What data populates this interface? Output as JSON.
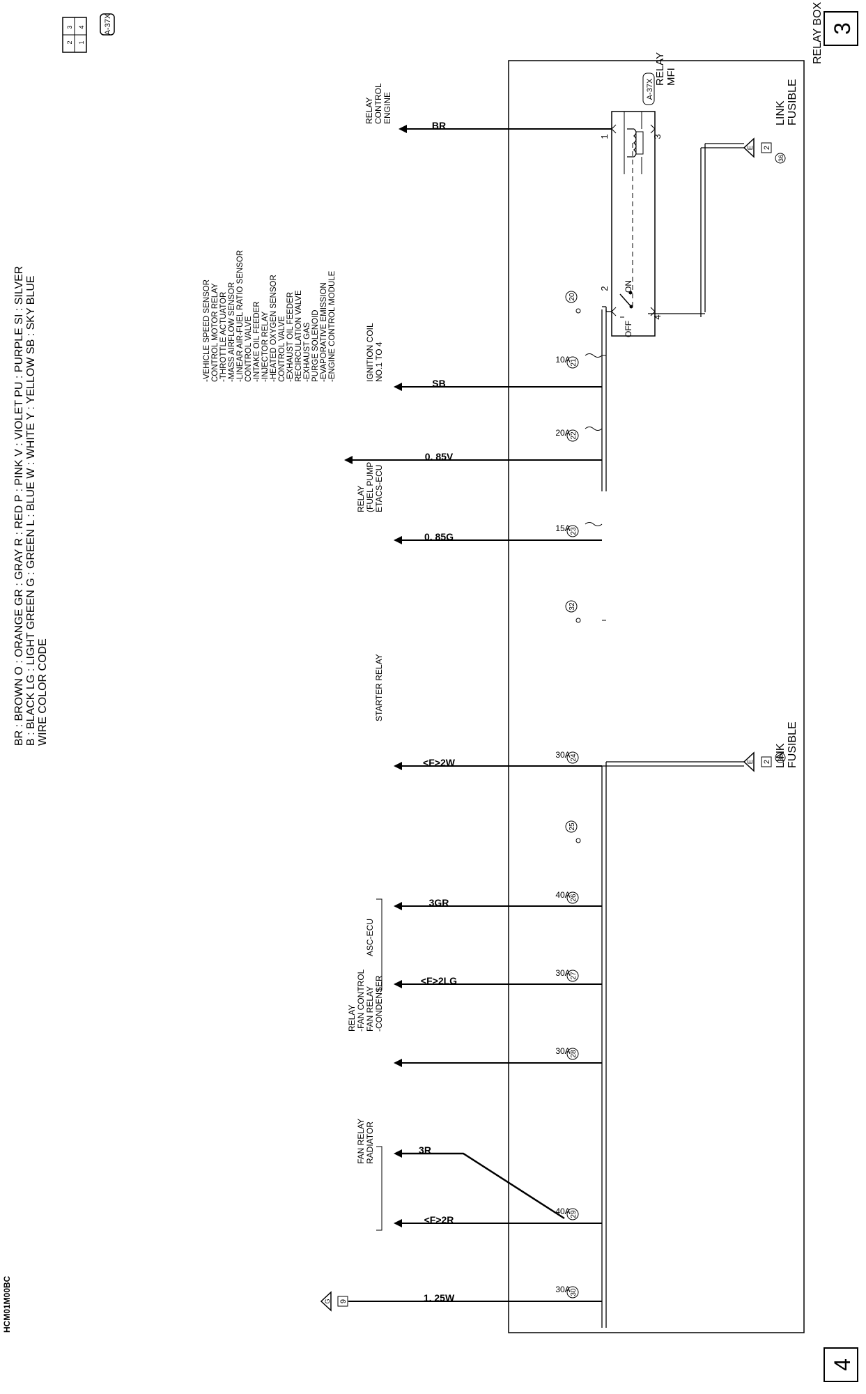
{
  "page_numbers": {
    "top": "3",
    "bottom": "4"
  },
  "connector_key": {
    "id": "A-37X",
    "pins": [
      "1",
      "2",
      "3",
      "4"
    ]
  },
  "relay_box": {
    "title": "RELAY BOX (ENGINE COMPARTMENT)"
  },
  "fusible_link": {
    "line1": "FUSIBLE",
    "line2": "LINK",
    "number": "36",
    "connector": "2",
    "terminal": "E"
  },
  "mfi_relay": {
    "line1": "MFI",
    "line2": "RELAY",
    "connector": "A-37X",
    "terminals": {
      "t1": "1",
      "t2": "2",
      "t3": "3",
      "t4": "4"
    },
    "switch_on": "ON",
    "switch_off": "OFF"
  },
  "fuse_20": {
    "number": "20"
  },
  "fuse_25": {
    "number": "25"
  },
  "fuse_32": {
    "number": "32"
  },
  "circuits": [
    {
      "id": "r1",
      "wire": "BR",
      "dest": [
        "ENGINE",
        "CONTROL",
        "RELAY"
      ]
    },
    {
      "id": "f21",
      "fuse": "21",
      "amps": "10A",
      "wire": "SB",
      "dest": [
        "NO.1 TO 4",
        "IGNITION COIL"
      ]
    },
    {
      "id": "f22",
      "fuse": "22",
      "amps": "20A",
      "wire": "0. 85V",
      "dest": [
        "-ENGINE CONTROL MODULE",
        "-EVAPORATIVE EMISSION",
        " PURGE SOLENOID",
        "-EXHAUST GAS",
        " RECIRCULATION VALVE",
        "-EXHAUST OIL FEEDER",
        " CONTROL VALVE",
        "-HEATED OXYGEN SENSOR",
        "-INJECTOR RELAY",
        "-INTAKE OIL FEEDER",
        " CONTROL VALVE",
        "-LINEAR AIR-FUEL RATIO SENSOR",
        "-MASS AIRFLOW SENSOR",
        "-THROTTLE ACTUATOR",
        " CONTROL MOTOR RELAY",
        "-VEHICLE SPEED SENSOR"
      ]
    },
    {
      "id": "f23",
      "fuse": "23",
      "amps": "15A",
      "wire": "0. 85G",
      "dest": [
        "ETACS-ECU",
        "(FUEL PUMP",
        " RELAY"
      ]
    },
    {
      "id": "f24",
      "fuse": "24",
      "amps": "30A",
      "wire": "<F>2W",
      "dest": [
        "STARTER RELAY"
      ]
    },
    {
      "id": "f26",
      "fuse": "26",
      "amps": "40A",
      "wire": "3GR"
    },
    {
      "id": "f27",
      "fuse": "27",
      "amps": "30A",
      "wire": "<F>2LG"
    },
    {
      "id": "f28",
      "fuse": "28",
      "amps": "30A",
      "dest": [
        "-CONDENSER",
        " FAN RELAY",
        "-FAN CONTROL",
        " RELAY"
      ]
    },
    {
      "id": "f29",
      "fuse": "29",
      "amps": "40A",
      "wire": "<F>2R",
      "wire_alt": "3R"
    },
    {
      "id": "f30",
      "fuse": "30",
      "amps": "30A",
      "wire": "1. 25W"
    }
  ],
  "asc_ecu": {
    "label": "ASC-ECU"
  },
  "radiator_fan_relay": {
    "line1": "RADIATOR",
    "line2": "FAN RELAY"
  },
  "ground_ref": {
    "connector": "9",
    "terminal": "G"
  },
  "wire_color_code": {
    "title": "WIRE COLOR CODE",
    "line1": "B : BLACK    LG : LIGHT GREEN    G : GREEN    L : BLUE    W : WHITE    Y : YELLOW    SB : SKY BLUE",
    "line2": "BR : BROWN    O : ORANGE    GR : GRAY    R : RED    P : PINK    V : VIOLET    PU : PURPLE    SI : SILVER"
  },
  "figure_code": "HCM01M00BC"
}
